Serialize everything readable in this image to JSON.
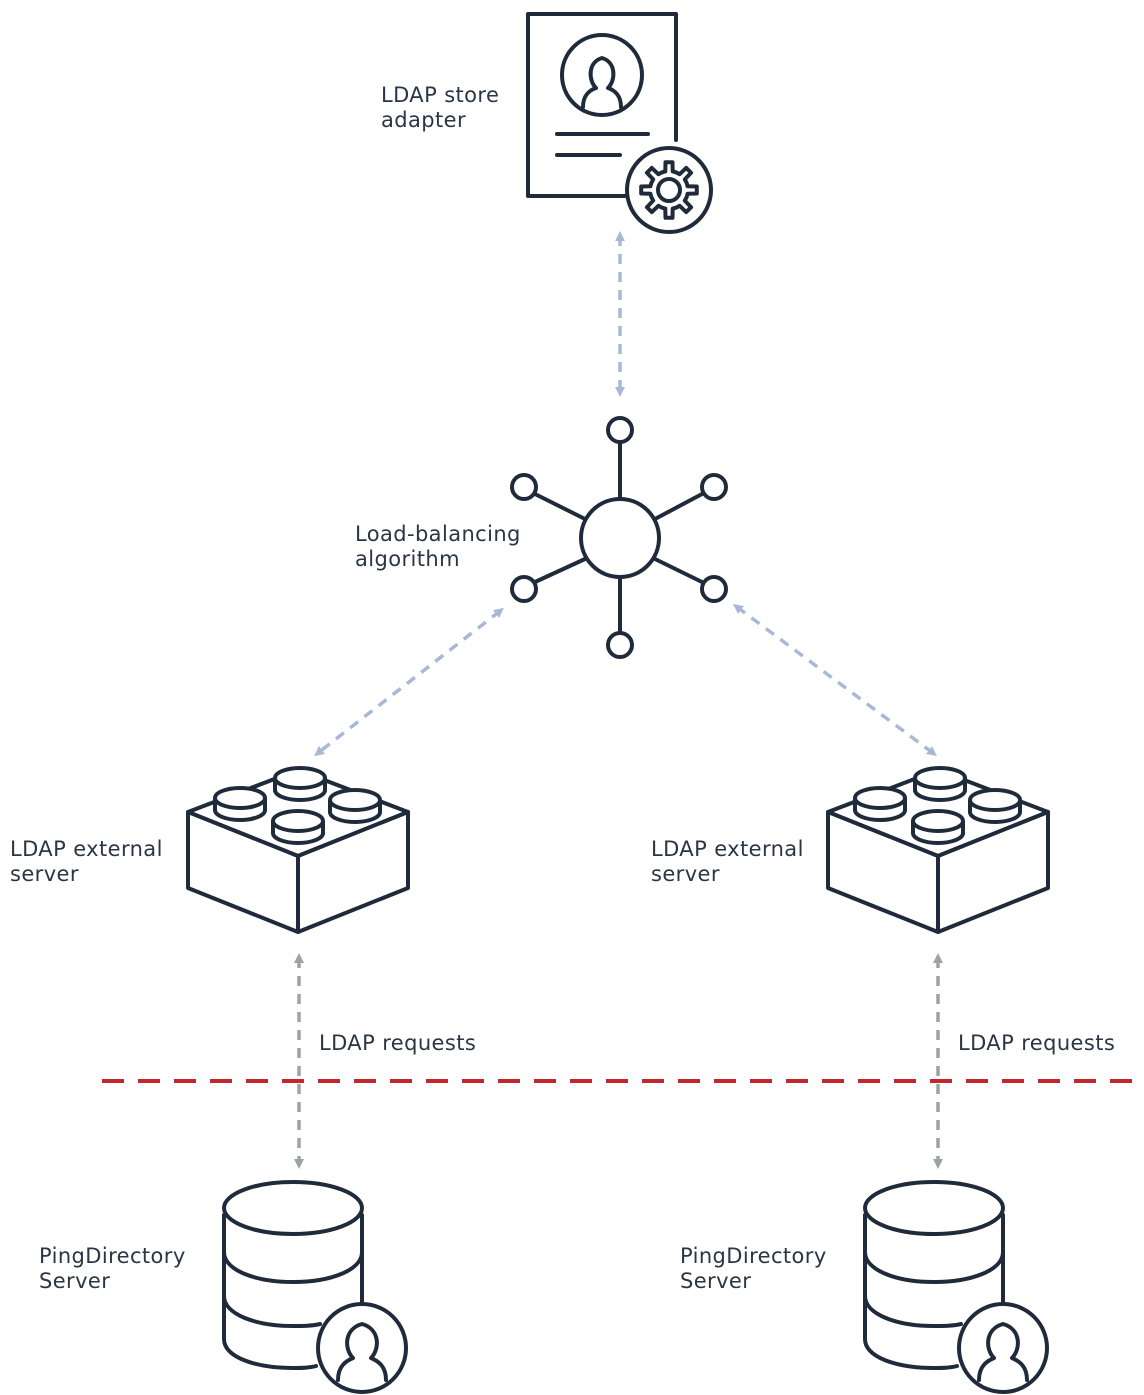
{
  "nodes": {
    "store_adapter": {
      "label_lines": [
        "LDAP store",
        "adapter"
      ],
      "icon": "document-gear-icon"
    },
    "load_balancer": {
      "label_lines": [
        "Load-balancing",
        "algorithm"
      ],
      "icon": "hub-network-icon"
    },
    "external_left": {
      "label_lines": [
        "LDAP external",
        "server"
      ],
      "icon": "brick-icon"
    },
    "external_right": {
      "label_lines": [
        "LDAP external",
        "server"
      ],
      "icon": "brick-icon"
    },
    "directory_left": {
      "label_lines": [
        "PingDirectory",
        "Server"
      ],
      "icon": "database-user-icon"
    },
    "directory_right": {
      "label_lines": [
        "PingDirectory",
        "Server"
      ],
      "icon": "database-user-icon"
    }
  },
  "edges": {
    "left_requests": "LDAP requests",
    "right_requests": "LDAP requests"
  },
  "colors": {
    "icon_stroke": "#1f2b3a",
    "upper_arrows": "#a9b8d6",
    "lower_arrows": "#9aa3a6",
    "boundary_line": "#c1272d"
  }
}
